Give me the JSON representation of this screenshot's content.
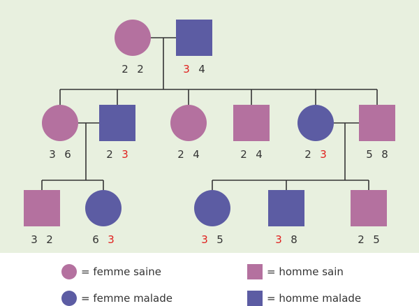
{
  "colors": {
    "healthy": "#b4719f",
    "affected": "#5c5ca3",
    "background": "#e8f0df",
    "line": "#333333",
    "text": "#333333",
    "highlight": "#e0201e"
  },
  "pedigree": {
    "individuals": [
      {
        "id": "g1-mother",
        "sex": "female",
        "status": "healthy",
        "alleles": [
          "2",
          "2"
        ],
        "highlight": []
      },
      {
        "id": "g1-father",
        "sex": "male",
        "status": "affected",
        "alleles": [
          "3",
          "4"
        ],
        "highlight": [
          0
        ]
      },
      {
        "id": "g2-wife-a",
        "sex": "female",
        "status": "healthy",
        "alleles": [
          "3",
          "6"
        ],
        "highlight": []
      },
      {
        "id": "g2-son-a",
        "sex": "male",
        "status": "affected",
        "alleles": [
          "2",
          "3"
        ],
        "highlight": [
          1
        ]
      },
      {
        "id": "g2-daughter-b",
        "sex": "female",
        "status": "healthy",
        "alleles": [
          "2",
          "4"
        ],
        "highlight": []
      },
      {
        "id": "g2-son-c",
        "sex": "male",
        "status": "healthy",
        "alleles": [
          "2",
          "4"
        ],
        "highlight": []
      },
      {
        "id": "g2-daughter-d",
        "sex": "female",
        "status": "affected",
        "alleles": [
          "2",
          "3"
        ],
        "highlight": [
          1
        ]
      },
      {
        "id": "g2-husband-d",
        "sex": "male",
        "status": "healthy",
        "alleles": [
          "5",
          "8"
        ],
        "highlight": []
      },
      {
        "id": "g3-son-1",
        "sex": "male",
        "status": "healthy",
        "alleles": [
          "3",
          "2"
        ],
        "highlight": []
      },
      {
        "id": "g3-daughter-2",
        "sex": "female",
        "status": "affected",
        "alleles": [
          "6",
          "3"
        ],
        "highlight": [
          1
        ]
      },
      {
        "id": "g3-daughter-3",
        "sex": "female",
        "status": "affected",
        "alleles": [
          "3",
          "5"
        ],
        "highlight": [
          0
        ]
      },
      {
        "id": "g3-son-4",
        "sex": "male",
        "status": "affected",
        "alleles": [
          "3",
          "8"
        ],
        "highlight": [
          0
        ]
      },
      {
        "id": "g3-son-5",
        "sex": "male",
        "status": "healthy",
        "alleles": [
          "2",
          "5"
        ],
        "highlight": []
      }
    ]
  },
  "legend": {
    "female_healthy": "= femme saine",
    "male_healthy": "= homme sain",
    "female_affected": "= femme malade",
    "male_affected": "= homme malade"
  }
}
